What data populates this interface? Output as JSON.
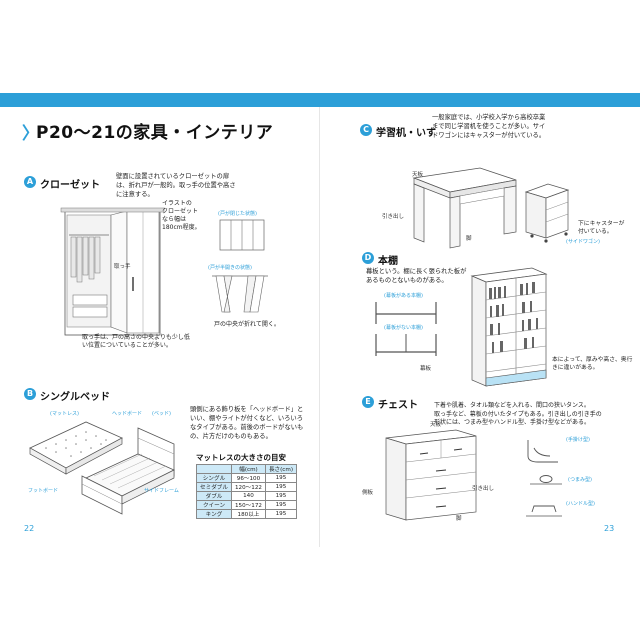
{
  "page_title": "P20～21の家具・インテリア",
  "page_numbers": {
    "left": "22",
    "right": "23"
  },
  "colors": {
    "accent": "#2c9fd8",
    "table_header": "#cde9f7"
  },
  "sections": {
    "closet": {
      "badge": "A",
      "title": "クローゼット",
      "desc": [
        "壁面に設置されているクローゼットの扉",
        "は、折れ戸が一般的。取っ手の位置や高さ",
        "に注意する。"
      ],
      "note_size": [
        "イラストの",
        "クローゼット",
        "なら幅は",
        "180cm程度。"
      ],
      "label_handle": "取っ手",
      "label_closed": "(戸が閉じた状態)",
      "label_open": "(戸が半開きの状態)",
      "note_fold": "戸の中央が折れて開く。",
      "note_handle": [
        "取っ手は、戸の高さの中央よりも少し低",
        "い位置についていることが多い。"
      ]
    },
    "bed": {
      "badge": "B",
      "title": "シングルベッド",
      "label_mattress": "(マットレス)",
      "label_headboard": "ヘッドボード",
      "label_bed": "(ベッド)",
      "label_footboard": "フットボード",
      "label_sideframe": "サイドフレーム",
      "desc": [
        "頭側にある飾り板を「ヘッドボード」と",
        "いい、棚やライトが付くなど、いろいろ",
        "なタイプがある。前後のボードがないも",
        "の、片方だけのものもある。"
      ],
      "table_title": "マットレスの大きさの目安",
      "table_headers": [
        "",
        "幅(cm)",
        "長さ(cm)"
      ],
      "table_rows": [
        [
          "シングル",
          "96～100",
          "195"
        ],
        [
          "セミダブル",
          "120～122",
          "195"
        ],
        [
          "ダブル",
          "140",
          "195"
        ],
        [
          "クイーン",
          "150～172",
          "195"
        ],
        [
          "キング",
          "180以上",
          "195"
        ]
      ]
    },
    "desk": {
      "badge": "C",
      "title": "学習机・いす",
      "desc": [
        "一般家庭では、小学校入学から高校卒業",
        "まで同じ学習机を使うことが多い。サイ",
        "ドワゴンにはキャスターが付いている。"
      ],
      "label_top": "天板",
      "label_drawer": "引き出し",
      "label_leg": "脚",
      "note_caster": [
        "下にキャスターが",
        "付いている。"
      ],
      "label_wagon": "(サイドワゴン)"
    },
    "shelf": {
      "badge": "D",
      "title": "本棚",
      "desc": [
        "幕板という。棚に長く張られた板が",
        "あるものとないものがある。"
      ],
      "label_with": "(幕板がある本棚)",
      "label_without": "(幕板がない本棚)",
      "label_kickplate": "幕板",
      "note_depth": [
        "本によって、厚みや高さ、奥行",
        "きに違いがある。"
      ]
    },
    "chest": {
      "badge": "E",
      "title": "チェスト",
      "desc": [
        "下着や肌着、タオル類などを入れる、間口の狭いタンス。",
        "取っ手など、幕板の付いたタイプもある。引き出しの引き手の",
        "形状には、つまみ型やハンドル型、手掛け型などがある。"
      ],
      "label_top": "天板",
      "label_side": "側板",
      "label_drawer": "引き出し",
      "label_foot": "脚",
      "label_recessed": "(手掛け型)",
      "label_knob": "(つまみ型)",
      "label_handle": "(ハンドル型)"
    }
  }
}
